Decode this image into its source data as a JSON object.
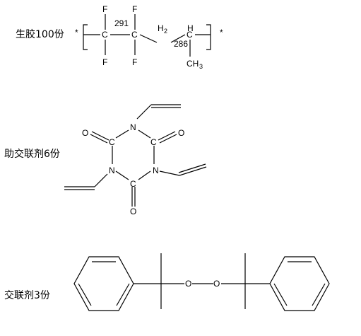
{
  "rows": [
    {
      "label": "生胶100份"
    },
    {
      "label": "助交联剂6份"
    },
    {
      "label": "交联剂3份"
    }
  ],
  "polymer": {
    "end_mark": "*",
    "atom_F": "F",
    "atom_C": "C",
    "atom_H": "H",
    "h2_sub": "2",
    "ch3_main": "CH",
    "ch3_sub": "3",
    "num_a": "291",
    "num_b": "286"
  },
  "coagent": {
    "atom_N": "N",
    "atom_C": "C",
    "atom_O": "O"
  },
  "peroxide": {
    "atom_O": "O"
  }
}
